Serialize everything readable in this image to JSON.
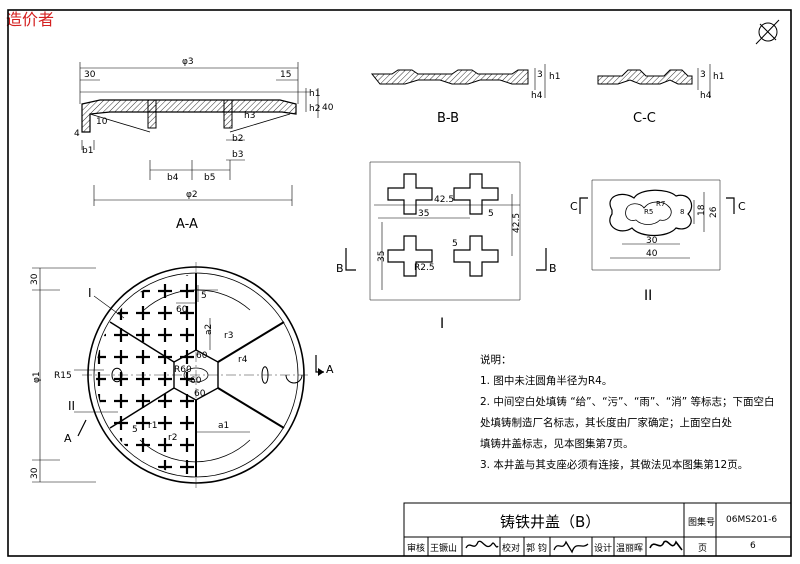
{
  "watermark": "造价者",
  "faint_header": "",
  "views": {
    "section_aa": {
      "title": "A-A",
      "dims": {
        "phi3": "φ3",
        "d30": "30",
        "d15": "15",
        "h1": "h1",
        "h2": "h2",
        "h3": "h3",
        "d40": "40",
        "d4": "4",
        "d10": "10",
        "b1": "b1",
        "b2": "b2",
        "b3": "b3",
        "b4": "b4",
        "b5": "b5",
        "phi2": "φ2"
      }
    },
    "section_bb": {
      "title": "B-B",
      "dims": {
        "h1": "h1",
        "h4": "h4",
        "d3": "3"
      }
    },
    "section_cc": {
      "title": "C-C",
      "dims": {
        "h1": "h1",
        "h4": "h4",
        "d3": "3"
      }
    },
    "detail_1": {
      "title": "I",
      "dims": {
        "d42_5_top": "42.5",
        "d42_5_right": "42.5",
        "d35_top": "35",
        "d35_left": "35",
        "d5_right": "5",
        "d5_mid": "5",
        "r2_5": "R2.5",
        "b": "B"
      }
    },
    "detail_2": {
      "title": "II",
      "dims": {
        "d18": "18",
        "d26": "26",
        "d30": "30",
        "d40": "40",
        "c": "C",
        "r5": "R5",
        "r7": "R7",
        "d8": "8"
      }
    },
    "plan": {
      "dims": {
        "d30a": "30",
        "d30b": "30",
        "phi1": "φ1",
        "r15": "R15",
        "a": "A",
        "i": "I",
        "ii": "II",
        "d60a": "60",
        "d60b": "60",
        "d60c": "60",
        "d60d": "60",
        "d5": "5",
        "a1": "a1",
        "a2": "a2",
        "r60": "R60",
        "r1": "r1",
        "r2": "r2",
        "r3": "r3",
        "r4": "r4",
        "r5": "5"
      }
    }
  },
  "notes": {
    "heading": "说明：",
    "items": [
      "1.  图中未注圆角半径为R4。",
      "2.  中间空白处填铸 “给”、“污”、“雨”、“消” 等标志；下面空白",
      "     处填铸制造厂名标志，其长度由厂家确定；上面空白处",
      "     填铸井盖标志，见本图集第7页。",
      "3.  本井盖与其支座必须有连接，其做法见本图集第12页。"
    ]
  },
  "title_block": {
    "title": "铸铁井盖（B）",
    "atlas_label": "图集号",
    "atlas_no": "06MS201-6",
    "review_label": "审核",
    "reviewer": "王镢山",
    "check_label": "校对",
    "checker": "郭 钧",
    "design_label": "设计",
    "designer": "温丽晖",
    "page_label": "页",
    "page_no": "6"
  }
}
